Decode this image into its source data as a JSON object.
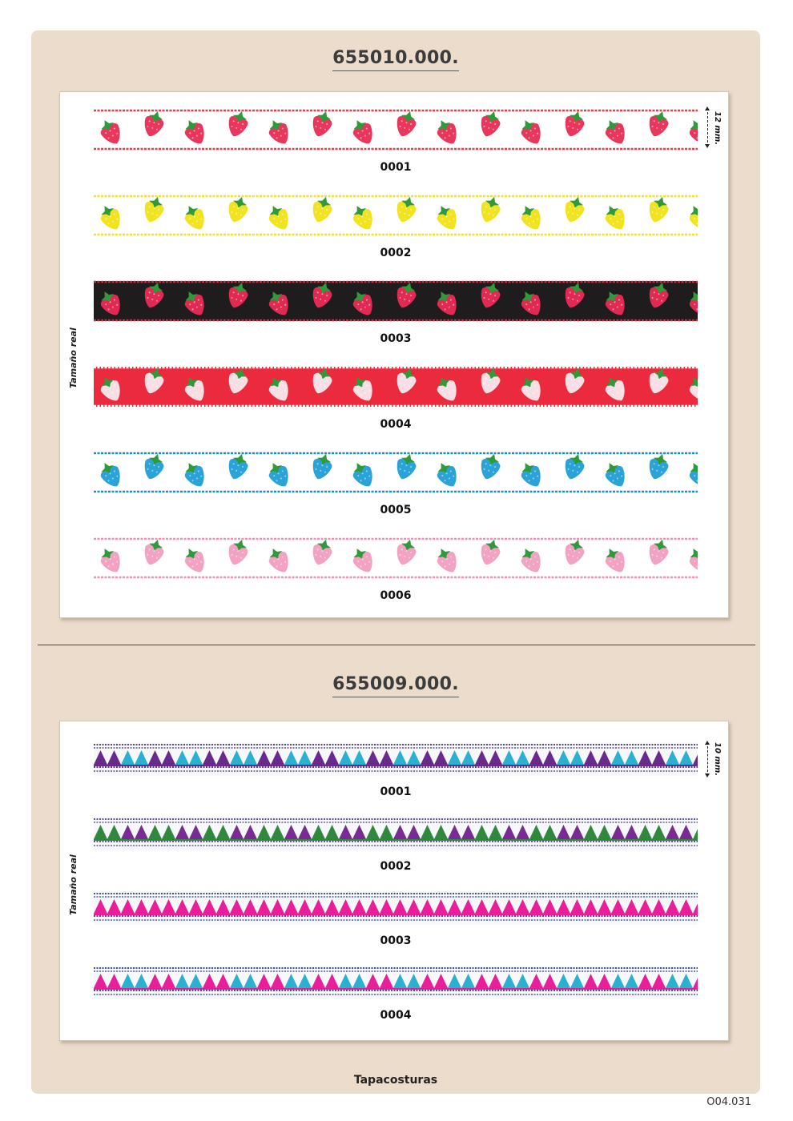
{
  "section1": {
    "title": "655010.000.",
    "side_label": "Tamaño real",
    "dimension": "12 mm.",
    "items": [
      {
        "code": "0001",
        "bg": "#ffffff",
        "fruit": "#e8375c",
        "edge": "#e04050",
        "leaf": "#2e9a3a"
      },
      {
        "code": "0002",
        "bg": "#ffffff",
        "fruit": "#f2e320",
        "edge": "#f0e030",
        "leaf": "#2e9a3a"
      },
      {
        "code": "0003",
        "bg": "#1f1c1d",
        "fruit": "#e02a52",
        "edge": "#c03040",
        "leaf": "#2e9a3a"
      },
      {
        "code": "0004",
        "bg": "#ec2a3e",
        "fruit": "#f7dde4",
        "edge": "#ffffff",
        "leaf": "#2e9a3a"
      },
      {
        "code": "0005",
        "bg": "#ffffff",
        "fruit": "#2ca3d6",
        "edge": "#1f8fc0",
        "leaf": "#2e9a3a"
      },
      {
        "code": "0006",
        "bg": "#ffffff",
        "fruit": "#f2a2c2",
        "edge": "#ee92b6",
        "leaf": "#2e9a3a"
      }
    ]
  },
  "section2": {
    "title": "655009.000.",
    "side_label": "Tamaño real",
    "dimension": "10 mm.",
    "items": [
      {
        "code": "0001",
        "colors": [
          "#6a2a8c",
          "#2ab0d0"
        ],
        "border": "#40306a"
      },
      {
        "code": "0002",
        "colors": [
          "#2e8a3a",
          "#7a2a94"
        ],
        "border": "#50407a"
      },
      {
        "code": "0003",
        "colors": [
          "#ea1e9a",
          "#ea1e9a"
        ],
        "border": "#2a3a8a"
      },
      {
        "code": "0004",
        "colors": [
          "#ea1e9a",
          "#2ab0d0"
        ],
        "border": "#2a3a8a"
      }
    ]
  },
  "footer": "Tapacosturas",
  "page_code": "O04.031"
}
